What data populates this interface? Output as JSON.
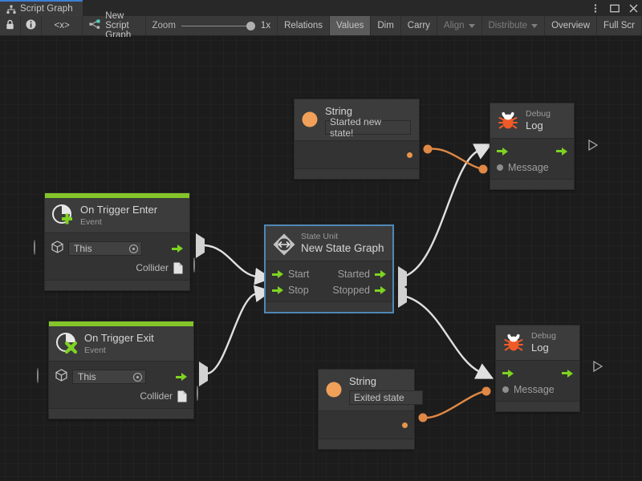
{
  "window": {
    "tab_label": "Script Graph",
    "tab_icon": "hierarchy-icon",
    "buttons": [
      {
        "name": "more-options-button",
        "icon": "kebab-menu-icon"
      },
      {
        "name": "maximize-button",
        "icon": "maximize-icon"
      },
      {
        "name": "close-button",
        "icon": "close-icon"
      }
    ]
  },
  "toolbar": {
    "lock_icon": "lock-icon",
    "info_icon": "info-icon",
    "code_label": "<x>",
    "graph_icon": "script-graph-icon",
    "graph_name": "New Script Graph",
    "zoom_label": "Zoom",
    "zoom_value": "1x",
    "items": [
      {
        "name": "relations-button",
        "label": "Relations",
        "active": false,
        "dim": false,
        "caret": false
      },
      {
        "name": "values-button",
        "label": "Values",
        "active": true,
        "dim": false,
        "caret": false
      },
      {
        "name": "dim-button",
        "label": "Dim",
        "active": false,
        "dim": false,
        "caret": false
      },
      {
        "name": "carry-button",
        "label": "Carry",
        "active": false,
        "dim": false,
        "caret": false
      },
      {
        "name": "align-dropdown",
        "label": "Align",
        "active": false,
        "dim": true,
        "caret": true
      },
      {
        "name": "distribute-dropdown",
        "label": "Distribute",
        "active": false,
        "dim": true,
        "caret": true
      },
      {
        "name": "overview-button",
        "label": "Overview",
        "active": false,
        "dim": false,
        "caret": false
      },
      {
        "name": "fullscreen-button",
        "label": "Full Scr",
        "active": false,
        "dim": false,
        "caret": false
      }
    ]
  },
  "nodes": {
    "string_top": {
      "title": "String",
      "value": "Started new state!",
      "icon": "string-value-icon"
    },
    "debug_log_top": {
      "subtitle": "Debug",
      "title": "Log",
      "icon": "bug-icon",
      "message_label": "Message"
    },
    "on_trigger_enter": {
      "title": "On Trigger Enter",
      "subtitle": "Event",
      "icon": "event-plus-icon",
      "target_value": "This",
      "target_icon": "gameobject-cube-icon",
      "collider_label": "Collider",
      "collider_icon": "collider-document-icon"
    },
    "state_unit": {
      "subtitle": "State Unit",
      "title": "New State Graph",
      "icon": "state-unit-icon",
      "ports": [
        {
          "in": "Start",
          "out": "Started"
        },
        {
          "in": "Stop",
          "out": "Stopped"
        }
      ]
    },
    "on_trigger_exit": {
      "title": "On Trigger Exit",
      "subtitle": "Event",
      "icon": "event-cross-icon",
      "target_value": "This",
      "target_icon": "gameobject-cube-icon",
      "collider_label": "Collider",
      "collider_icon": "collider-document-icon"
    },
    "string_bottom": {
      "title": "String",
      "value": "Exited state",
      "icon": "string-value-icon"
    },
    "debug_log_bottom": {
      "subtitle": "Debug",
      "title": "Log",
      "icon": "bug-icon",
      "message_label": "Message"
    }
  },
  "colors": {
    "flow_wire": "#e0e0e0",
    "value_wire": "#e08845",
    "event_accent": "#84c52a",
    "flow_port": "#7ed321",
    "string_port": "#e8954a",
    "selection": "#4f88b5",
    "tab_accent": "#3d7fd6",
    "canvas_bg": "#1c1c1c",
    "node_bg": "#383838"
  }
}
